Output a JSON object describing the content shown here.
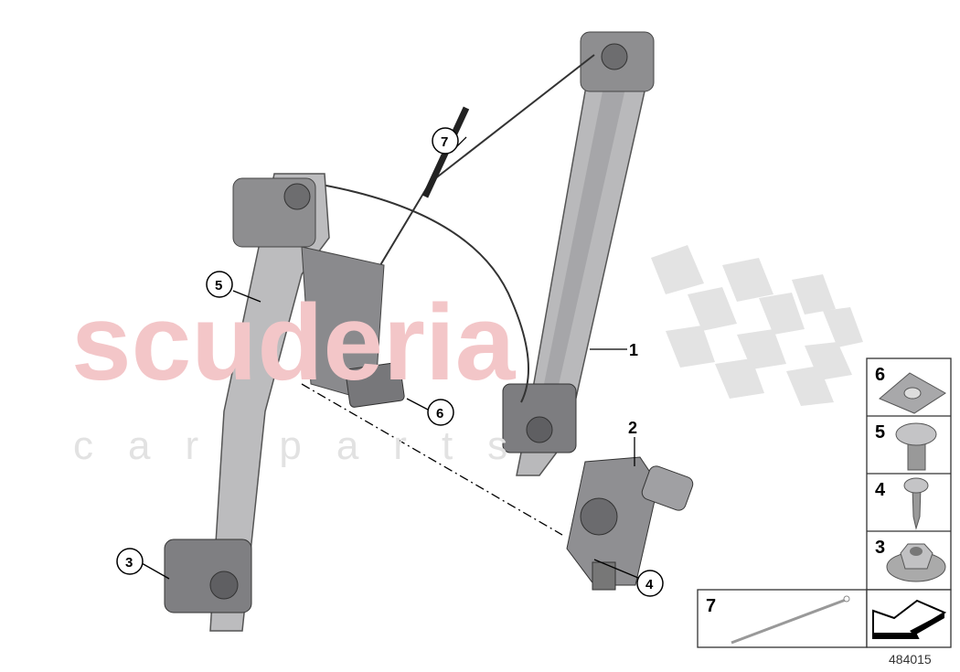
{
  "watermark": {
    "brand": "scuderia",
    "sub": "car parts"
  },
  "callouts": {
    "c1": "1",
    "c2": "2",
    "c3": "3",
    "c4": "4",
    "c5": "5",
    "c6": "6",
    "c7": "7"
  },
  "parts_table": {
    "items": [
      {
        "number": "6",
        "part": "square-nut-plate"
      },
      {
        "number": "5",
        "part": "flange-bolt"
      },
      {
        "number": "4",
        "part": "self-tapping-screw"
      },
      {
        "number": "3",
        "part": "hex-collar-nut"
      }
    ],
    "cable_tie_label": "7",
    "arrow": "direction-arrow-icon"
  },
  "diagram_ref": "484015"
}
